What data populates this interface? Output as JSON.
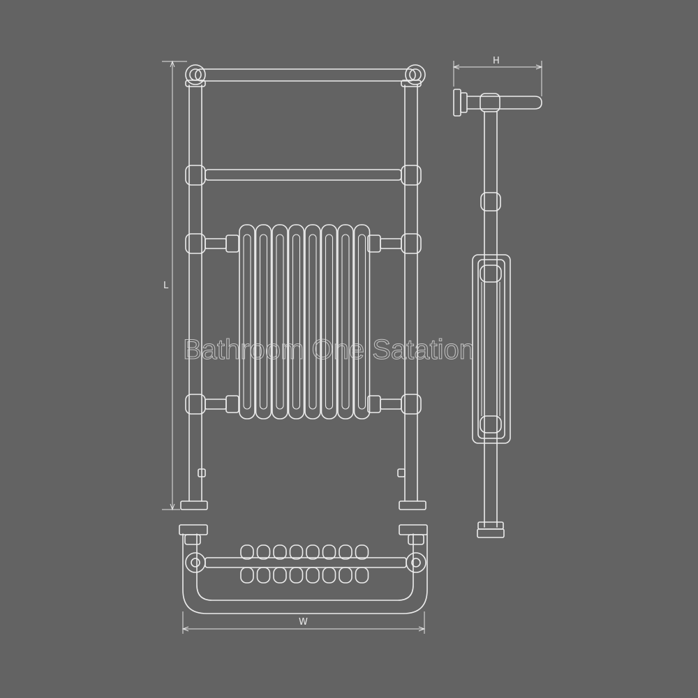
{
  "colors": {
    "background": "#636363",
    "line": "#ececec"
  },
  "labels": {
    "length": "L",
    "height": "H",
    "width": "W"
  },
  "watermark": "Bathroom One Satation"
}
